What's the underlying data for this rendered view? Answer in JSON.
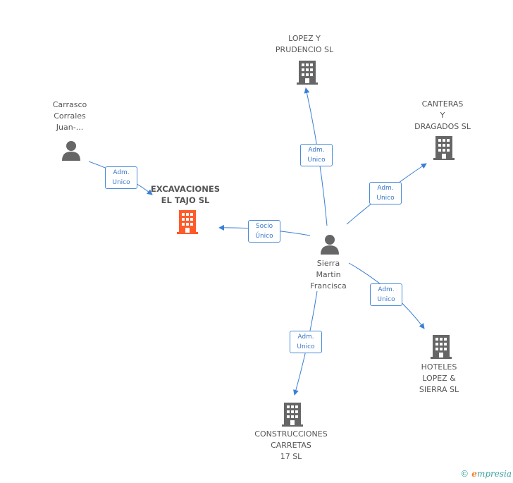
{
  "colors": {
    "edge": "#3a7fd5",
    "building_main": "#ff5a2a",
    "building": "#666666",
    "person": "#666666"
  },
  "nodes": {
    "excavaciones": {
      "lines": [
        "EXCAVACIONES",
        "EL TAJO SL"
      ],
      "icon": "building-icon"
    },
    "carrasco": {
      "lines": [
        "Carrasco",
        "Corrales",
        "Juan-..."
      ],
      "icon": "person-icon"
    },
    "sierra": {
      "lines": [
        "Sierra",
        "Martin",
        "Francisca"
      ],
      "icon": "person-icon"
    },
    "lopez_prudencio": {
      "lines": [
        "LOPEZ Y",
        "PRUDENCIO SL"
      ],
      "icon": "building-icon"
    },
    "canteras": {
      "lines": [
        "CANTERAS",
        "Y",
        "DRAGADOS SL"
      ],
      "icon": "building-icon"
    },
    "hoteles": {
      "lines": [
        "HOTELES",
        "LOPEZ &",
        "SIERRA SL"
      ],
      "icon": "building-icon"
    },
    "construcciones": {
      "lines": [
        "CONSTRUCCIONES",
        "CARRETAS",
        "17 SL"
      ],
      "icon": "building-icon"
    }
  },
  "edges": {
    "carrasco_excavaciones": [
      "Adm.",
      "Unico"
    ],
    "sierra_excavaciones": [
      "Socio",
      "Único"
    ],
    "sierra_lopez": [
      "Adm.",
      "Unico"
    ],
    "sierra_canteras": [
      "Adm.",
      "Unico"
    ],
    "sierra_hoteles": [
      "Adm.",
      "Unico"
    ],
    "sierra_construcciones": [
      "Adm.",
      "Unico"
    ]
  },
  "footer": {
    "copyright": "©",
    "brand_first": "e",
    "brand_rest": "mpresia"
  }
}
